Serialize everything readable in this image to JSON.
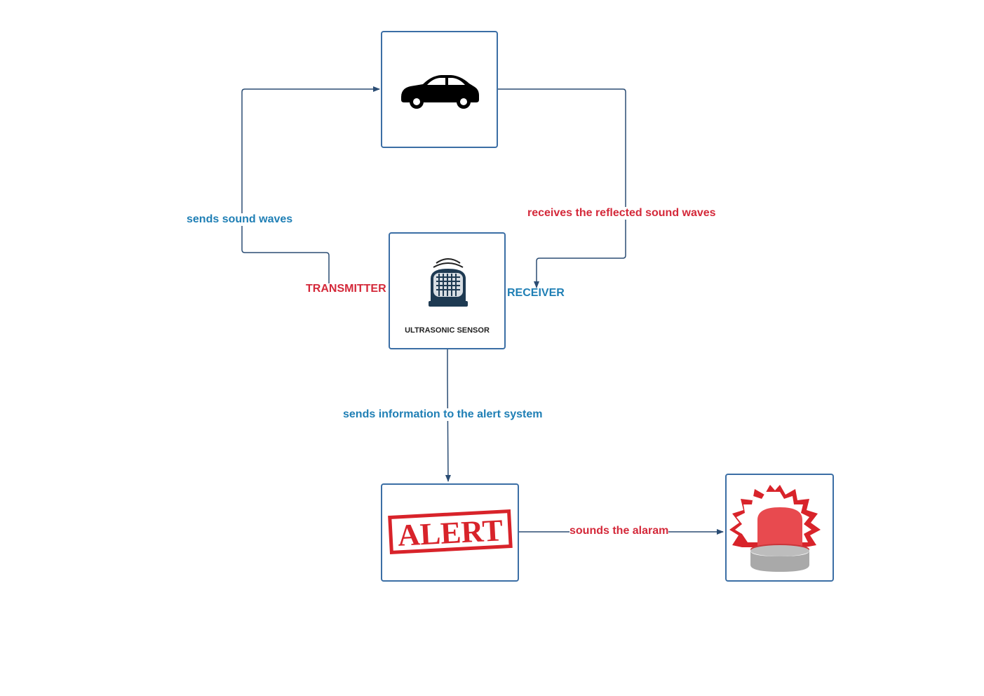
{
  "labels": {
    "sends_sound_waves": "sends sound waves",
    "receives_reflected": "receives the reflected sound waves",
    "transmitter": "TRANSMITTER",
    "receiver": "RECEIVER",
    "sends_information": "sends information to the alert system",
    "sounds_alarm": "sounds the alaram"
  },
  "sensor": {
    "caption": "ULTRASONIC SENSOR"
  },
  "alert": {
    "text": "ALERT"
  },
  "colors": {
    "box_border": "#3b6ea5",
    "line": "#2b4d74",
    "blue_text": "#1f7fb5",
    "red_text": "#d4293a"
  },
  "icons": [
    "car-icon",
    "ultrasonic-sensor-icon",
    "alert-stamp-icon",
    "alarm-siren-icon"
  ]
}
